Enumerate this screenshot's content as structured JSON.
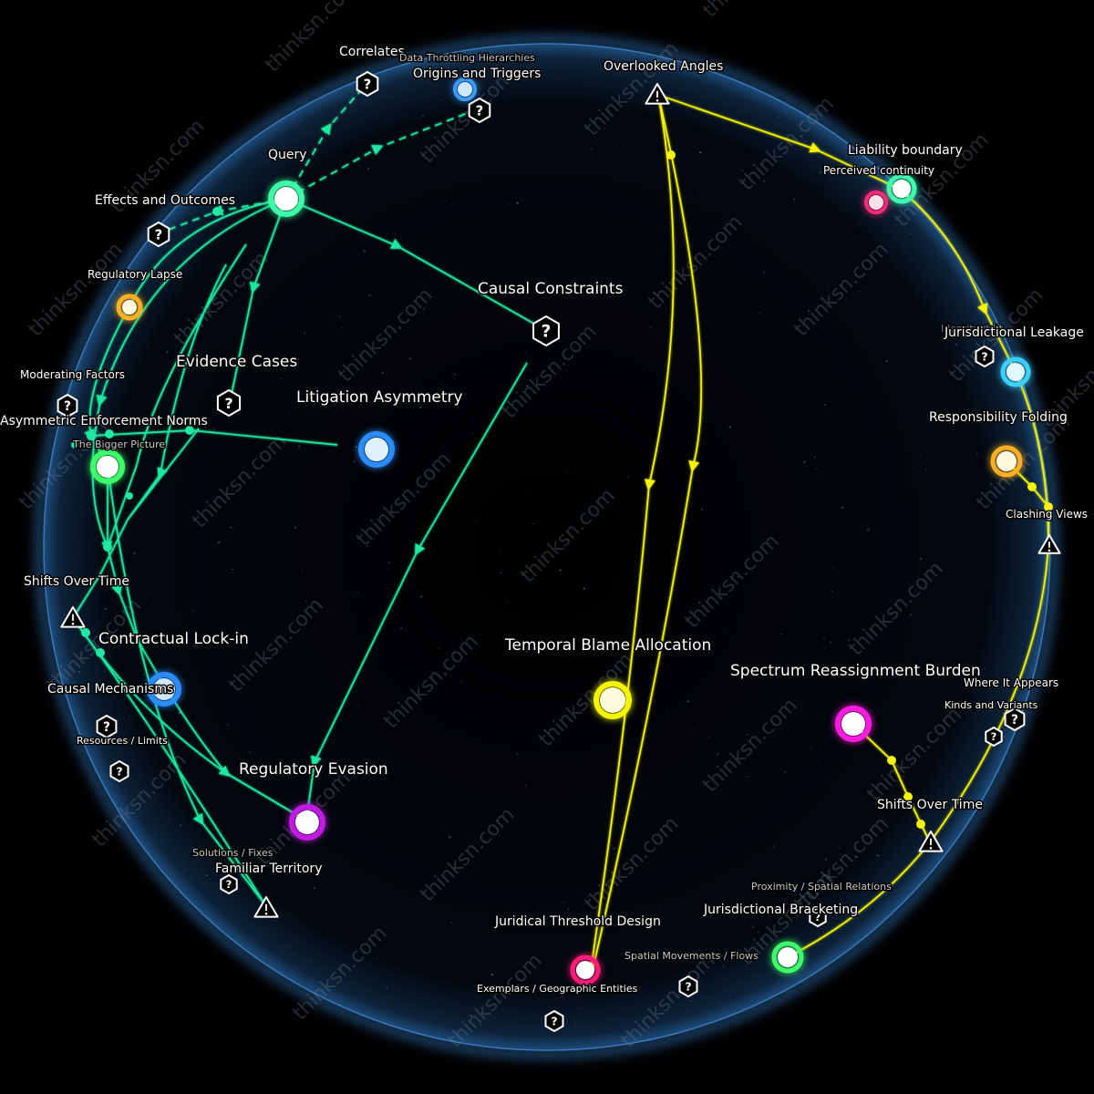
{
  "watermark": "thinksn.com",
  "colors": {
    "background": "#000000",
    "sphere_edge": "#2a5a8a",
    "green_path": "#1de9a0",
    "yellow_path": "#f5f500"
  },
  "nodes": {
    "query": {
      "label": "Query",
      "color": "#3dffa8"
    },
    "litigation_asymmetry": {
      "label": "Litigation Asymmetry",
      "color": "#2a8cff"
    },
    "temporal_blame_allocation": {
      "label": "Temporal Blame Allocation",
      "color": "#f5f500"
    },
    "spectrum_reassignment_burden": {
      "label": "Spectrum Reassignment Burden",
      "color": "#ff1fe0"
    },
    "regulatory_evasion": {
      "label": "Regulatory Evasion",
      "color": "#c01fe0"
    },
    "asymmetric_enforcement_norms": {
      "label": "Asymmetric Enforcement Norms",
      "color": "#3dff6a"
    },
    "contractual_lock_in": {
      "label": "Contractual Lock-in",
      "color": "#2a8cff"
    },
    "regulatory_lapse": {
      "label": "Regulatory Lapse",
      "color": "#ffb020"
    },
    "data_throttling_hierarchies": {
      "label": "Data Throttling Hierarchies",
      "color": "#3a9bff"
    },
    "liability_boundary": {
      "label": "Liability boundary",
      "color": "#3dffb0"
    },
    "perceived_continuity": {
      "label": "Perceived continuity",
      "color": "#ff2a7a"
    },
    "jurisdictional_leakage": {
      "label": "Jurisdictional Leakage",
      "color": "#3ad0ff"
    },
    "responsibility_folding": {
      "label": "Responsibility Folding",
      "color": "#ffb020"
    },
    "jurisdictional_bracketing": {
      "label": "Jurisdictional Bracketing",
      "color": "#3dff6a"
    },
    "juridical_threshold_design": {
      "label": "Juridical Threshold Design",
      "color": "#ff1f7a"
    }
  },
  "category_labels": {
    "correlates": "Correlates",
    "origins_and_triggers": "Origins and Triggers",
    "overlooked_angles": "Overlooked Angles",
    "effects_and_outcomes": "Effects and Outcomes",
    "causal_constraints": "Causal Constraints",
    "evidence_cases": "Evidence Cases",
    "moderating_factors": "Moderating Factors",
    "the_bigger_picture": "The Bigger Picture",
    "shifts_over_time_left": "Shifts Over Time",
    "causal_mechanisms": "Causal Mechanisms",
    "resources_limits": "Resources / Limits",
    "solutions_fixes": "Solutions / Fixes",
    "familiar_territory": "Familiar Territory",
    "clashing_views": "Clashing Views",
    "where_it_appears": "Where It Appears",
    "kinds_and_variants": "Kinds and Variants",
    "shifts_over_time_right": "Shifts Over Time",
    "proximity_spatial_relations": "Proximity / Spatial Relations",
    "spatial_movements_flows": "Spatial Movements / Flows",
    "exemplars_geographic_entities": "Exemplars / Geographic Entities",
    "identity_drift": "Identity drift"
  }
}
